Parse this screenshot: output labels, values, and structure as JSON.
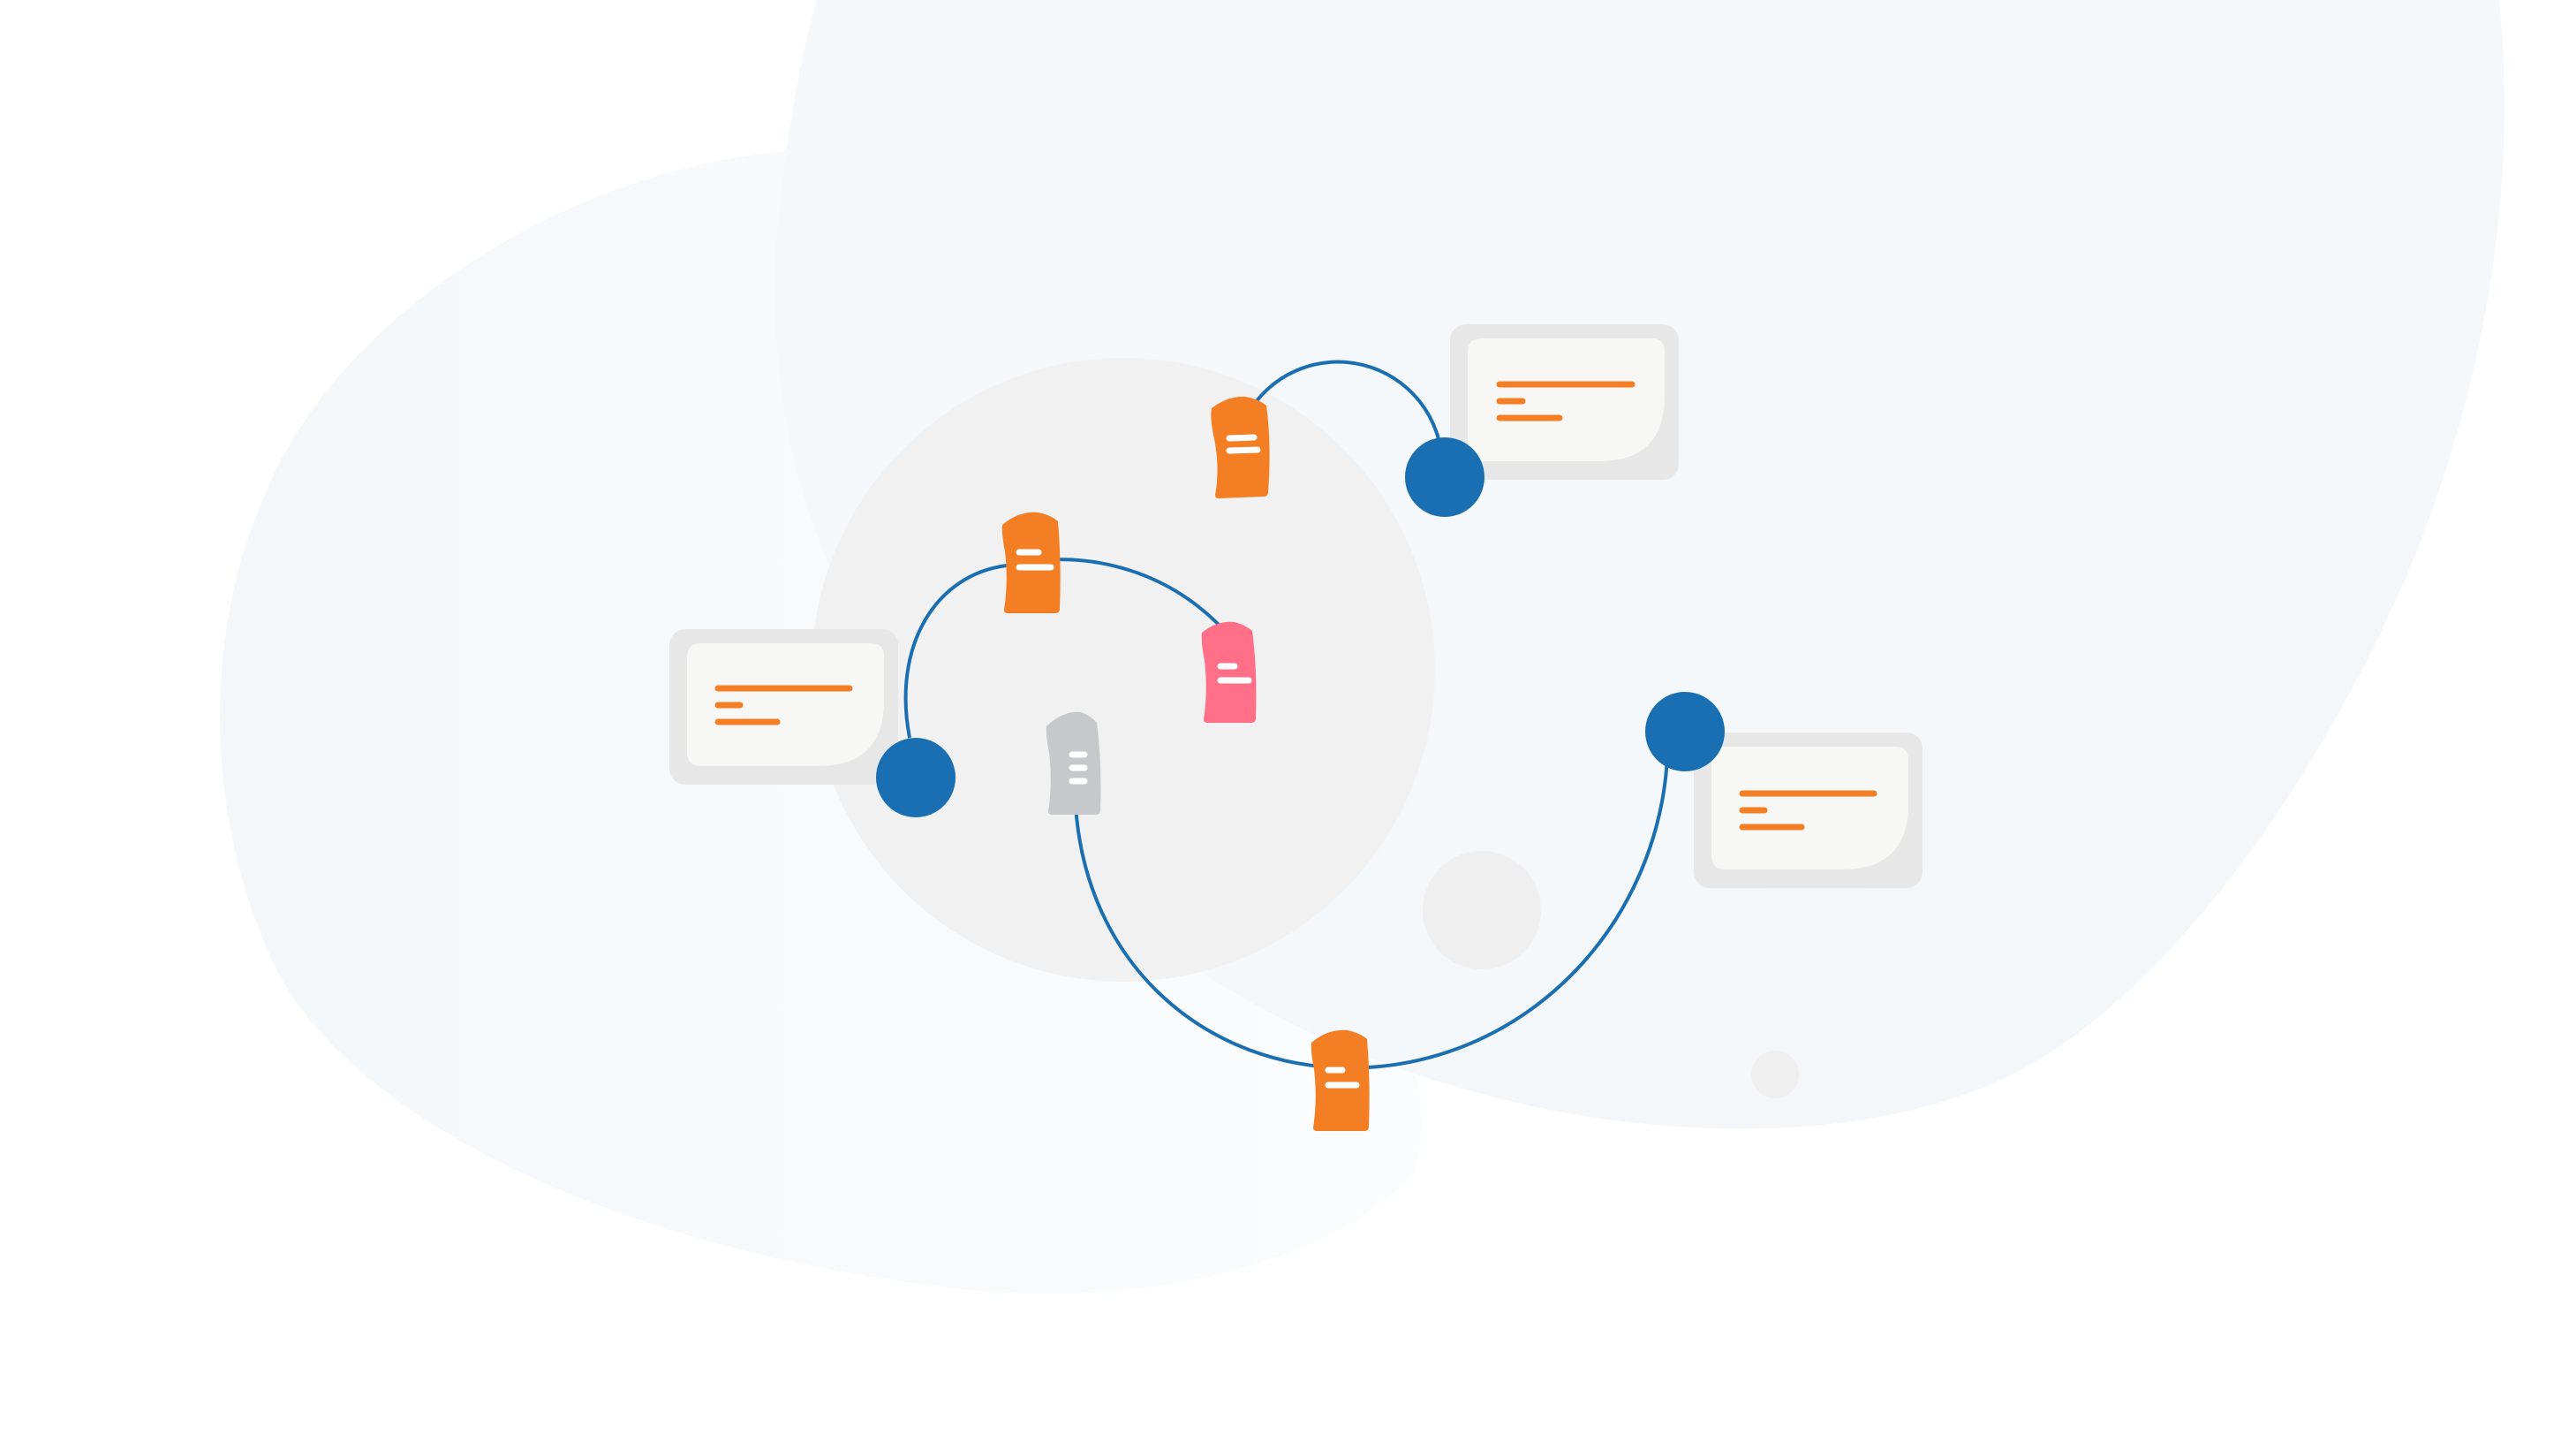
{
  "colors": {
    "background": "#ffffff",
    "blob_light": "#f7f9fb",
    "blob_tint": "#f4f8fb",
    "hub_circle": "#f1f1f1",
    "connector_line": "#1b6fb0",
    "node_blue": "#1a6fb3",
    "doc_orange": "#f47e24",
    "doc_pink": "#ff6f87",
    "doc_gray": "#c7c8cc",
    "card_outer": "#e7e7e7",
    "card_inner": "#f7f7f5",
    "card_lines": "#f47e24",
    "doc_lines": "#ffffff"
  },
  "illustration": {
    "nodes": [
      "node-left",
      "node-top-right",
      "node-right"
    ],
    "documents": [
      {
        "name": "document-icon-top",
        "color": "orange",
        "lines": 2
      },
      {
        "name": "document-icon-upper-left",
        "color": "orange",
        "lines": 2
      },
      {
        "name": "document-icon-pink",
        "color": "pink",
        "lines": 2
      },
      {
        "name": "document-icon-gray",
        "color": "gray",
        "lines": 3
      },
      {
        "name": "document-icon-bottom",
        "color": "orange",
        "lines": 2
      }
    ],
    "cards": [
      "card-left",
      "card-top-right",
      "card-right"
    ]
  }
}
